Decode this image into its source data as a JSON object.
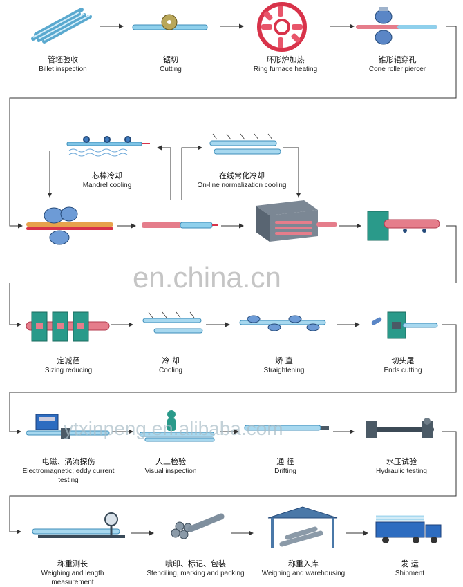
{
  "steps": [
    {
      "zh": "管坯验收",
      "en": "Billet inspection",
      "icon": "billet-bundle-icon"
    },
    {
      "zh": "锯切",
      "en": "Cutting",
      "icon": "saw-icon"
    },
    {
      "zh": "环形炉加热",
      "en": "Ring furnace heating",
      "icon": "ring-furnace-icon"
    },
    {
      "zh": "锥形辊穿孔",
      "en": "Cone roller piercer",
      "icon": "piercer-rollers-icon"
    },
    {
      "zh": "芯棒冷却",
      "en": "Mandrel cooling",
      "icon": "mandrel-cooling-icon"
    },
    {
      "zh": "在线常化冷却",
      "en": "On-line normalization cooling",
      "icon": "normalization-cooling-icon"
    },
    {
      "zh": "",
      "en": "",
      "icon": "rolling-mill-icon"
    },
    {
      "zh": "",
      "en": "",
      "icon": "mandrel-bar-icon"
    },
    {
      "zh": "",
      "en": "",
      "icon": "reheating-furnace-icon"
    },
    {
      "zh": "",
      "en": "",
      "icon": "descaling-box-icon"
    },
    {
      "zh": "定减径",
      "en": "Sizing reducing",
      "icon": "sizing-stands-icon"
    },
    {
      "zh": "冷 却",
      "en": "Cooling",
      "icon": "cooling-bed-icon"
    },
    {
      "zh": "矫 直",
      "en": "Straightening",
      "icon": "straightener-icon"
    },
    {
      "zh": "切头尾",
      "en": "Ends cutting",
      "icon": "end-cutter-icon"
    },
    {
      "zh": "电磁、涡流探伤",
      "en": "Electromagnetic; eddy current testing",
      "icon": "eddy-current-tester-icon"
    },
    {
      "zh": "人工检验",
      "en": "Visual inspection",
      "icon": "inspector-icon"
    },
    {
      "zh": "通 径",
      "en": "Drifting",
      "icon": "drift-tool-icon"
    },
    {
      "zh": "水压试验",
      "en": "Hydraulic testing",
      "icon": "hydraulic-tester-icon"
    },
    {
      "zh": "称重测长",
      "en": "Weighing and length measurement",
      "icon": "scale-icon"
    },
    {
      "zh": "喷印、标记、包装",
      "en": "Stenciling, marking and packing",
      "icon": "pipe-bundle-icon"
    },
    {
      "zh": "称重入库",
      "en": "Weighing and warehousing",
      "icon": "warehouse-icon"
    },
    {
      "zh": "发 运",
      "en": "Shipment",
      "icon": "truck-icon"
    }
  ],
  "watermarks": {
    "main": "en.china.cn",
    "secondary": "ytxinpeng.en.alibaba.com"
  },
  "colors": {
    "pipe": "#7fc4e6",
    "hot": "#e2455b",
    "machine": "#2a9a8a",
    "dark": "#244a7a",
    "arrow": "#333333"
  }
}
